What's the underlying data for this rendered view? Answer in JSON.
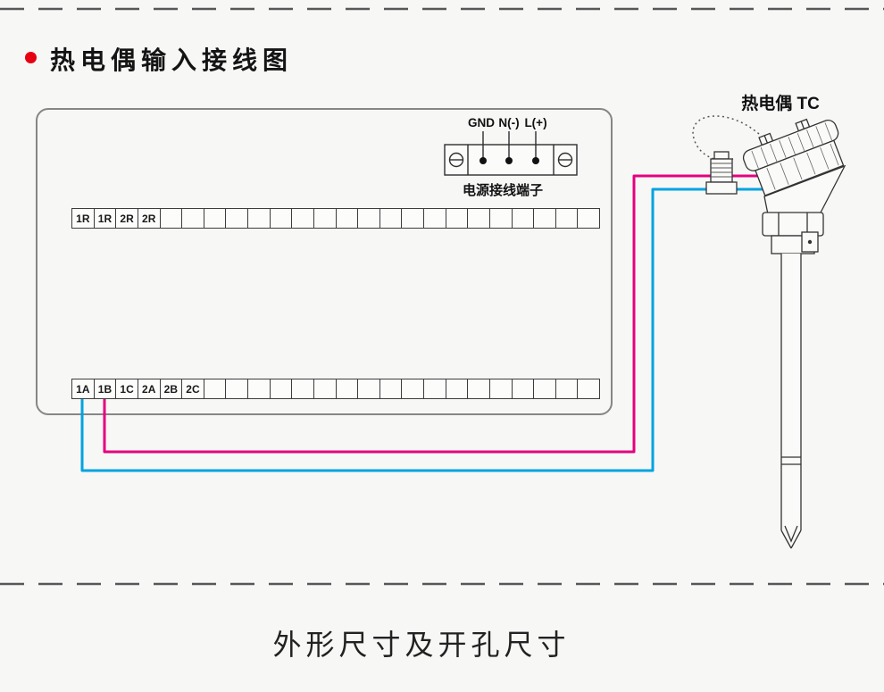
{
  "header": {
    "section_title": "热电偶输入接线图"
  },
  "power_terminal": {
    "label_gnd": "GND",
    "label_n": "N(-)",
    "label_l": "L(+)",
    "caption": "电源接线端子"
  },
  "terminal_strips": {
    "top": {
      "labels": [
        "1R",
        "1R",
        "2R",
        "2R"
      ],
      "total_cells": 24
    },
    "bottom": {
      "labels": [
        "1A",
        "1B",
        "1C",
        "2A",
        "2B",
        "2C"
      ],
      "total_cells": 24
    }
  },
  "thermocouple": {
    "label": "热电偶 TC"
  },
  "wires": {
    "magenta_color": "#e4007f",
    "blue_color": "#00a3e0"
  },
  "footer": {
    "title": "外形尺寸及开孔尺寸"
  }
}
